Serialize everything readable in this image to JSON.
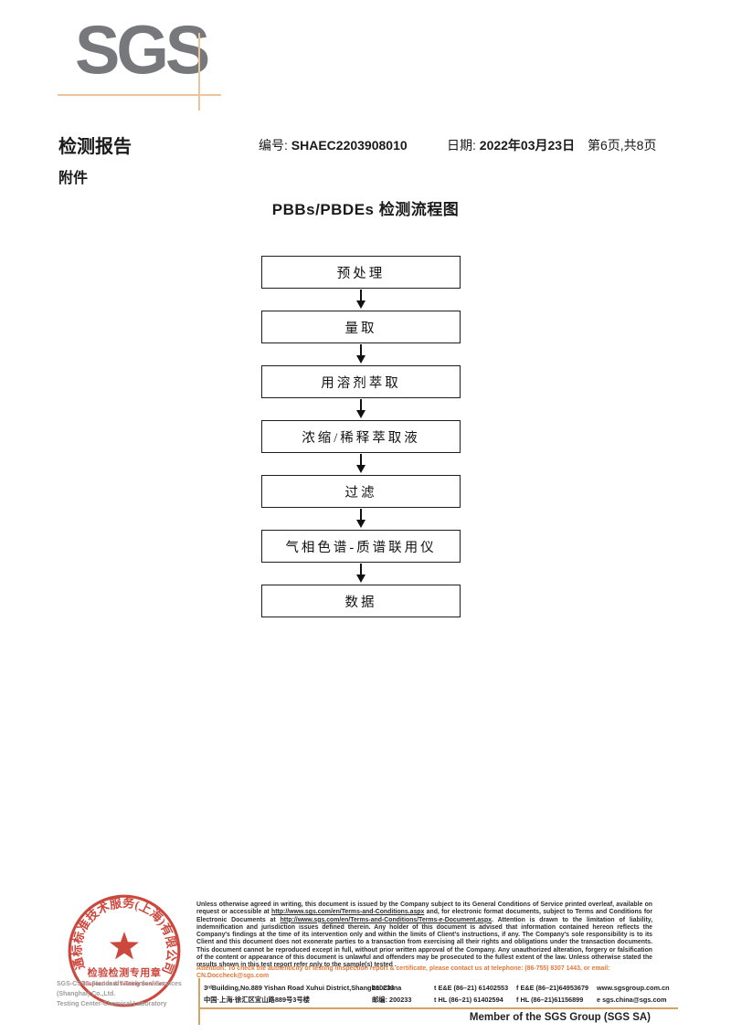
{
  "logo": {
    "text": "SGS"
  },
  "header": {
    "report_title": "检测报告",
    "number_label": "编号:",
    "number_value": "SHAEC2203908010",
    "date_label": "日期:",
    "date_value": "2022年03月23日",
    "page_info": "第6页,共8页",
    "attachment": "附件"
  },
  "flowchart": {
    "title": "PBBs/PBDEs 检测流程图",
    "steps": [
      "预处理",
      "量取",
      "用溶剂萃取",
      "浓缩/稀释萃取液",
      "过滤",
      "气相色谱-质谱联用仪",
      "数据"
    ]
  },
  "stamp": {
    "ring_text": "通标标准技术服务(上海)有限公司",
    "line_cn": "检验检测专用章",
    "line_en": "Inspection & Testing Services",
    "company_en_1": "SGS-CSTC Standards Technical Services (Shanghai) Co.,Ltd.",
    "company_en_2": "Testing Center-Chemical Laboratory"
  },
  "footer": {
    "disclaimer": {
      "p1": "Unless otherwise agreed in writing, this document is issued by the Company subject to its General Conditions of Service printed overleaf, available on request or accessible at ",
      "link1": "http://www.sgs.com/en/Terms-and-Conditions.aspx",
      "p2": " and, for electronic format documents, subject to Terms and Conditions for Electronic Documents at ",
      "link2": "http://www.sgs.com/en/Terms-and-Conditions/Terms-e-Document.aspx",
      "p3": ". Attention is drawn to the limitation of liability, indemnification and jurisdiction issues defined therein. Any holder of this document is advised that information contained hereon reflects the Company's findings at the time of its intervention only and within the limits of Client's instructions, if any. The Company's sole responsibility is to its Client and this document does not exonerate parties to a transaction from exercising all their rights and obligations under the transaction documents. This document cannot be reproduced except in full, without prior written approval of the Company. Any unauthorized alteration, forgery or falsification of the content or appearance of this document is unlawful and offenders may be prosecuted to the fullest extent of the law. Unless otherwise stated the results shown in this test report refer only to the sample(s) tested ."
    },
    "attention": {
      "p1": "Attention: To check the authenticity of testing /inspection report & certificate, please contact us at telephone: (86-755) 8307 1443, or email: ",
      "email": "CN.Doccheck@sgs.com"
    },
    "address": {
      "en_line": "3ʳᵈBuilding,No.889 Yishan Road Xuhui District,Shanghai China",
      "en_zip": "200233",
      "en_tel": "t E&E (86–21) 61402553",
      "en_fax": "f E&E (86–21)64953679",
      "en_web": "www.sgsgroup.com.cn",
      "cn_line": "中国·上海·徐汇区宜山路889号3号楼",
      "cn_zip_label": "邮编: 200233",
      "cn_tel": "t HL (86–21) 61402594",
      "cn_fax": "f HL (86–21)61156899",
      "cn_mail": "e  sgs.china@sgs.com"
    },
    "member": "Member of the SGS Group (SGS SA)"
  },
  "colors": {
    "logo_gray": "#77787b",
    "accent_tan": "#eac49c",
    "rule_tan": "#d9a265",
    "stamp_red": "#c8382c",
    "attention_orange": "#e2793a"
  }
}
